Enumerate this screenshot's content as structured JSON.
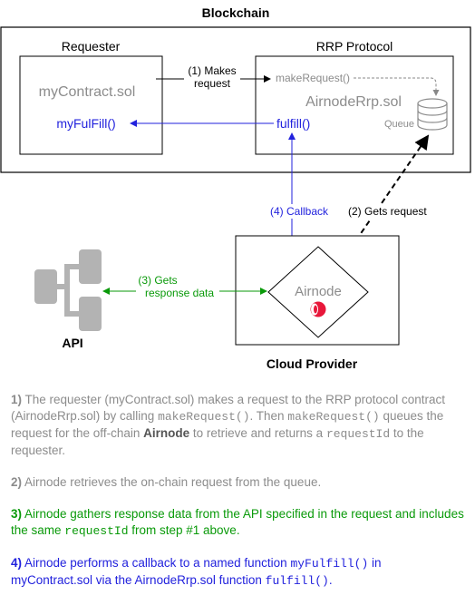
{
  "diagram": {
    "blockchain_title": "Blockchain",
    "requester_title": "Requester",
    "rrp_title": "RRP Protocol",
    "mycontract_label": "myContract.sol",
    "myfulfill_label": "myFulFill()",
    "makerequest_label": "makeRequest()",
    "airnoderrp_label": "AirnodeRrp.sol",
    "fulfill_label": "fulfill()",
    "queue_label": "Queue",
    "makes_request_line1": "(1) Makes",
    "makes_request_line2": "request",
    "callback_label": "(4) Callback",
    "gets_request_label": "(2) Gets request",
    "gets_response_line1": "(3) Gets",
    "gets_response_line2": "response data",
    "airnode_label": "Airnode",
    "api_label": "API",
    "cloud_provider_label": "Cloud Provider"
  },
  "steps": {
    "s1_num": "1)",
    "s1_a": " The requester (myContract.sol) makes a request to the RRP protocol contract (AirnodeRrp.sol) by calling ",
    "s1_code1": "makeRequest()",
    "s1_b": ". Then ",
    "s1_code2": "makeRequest()",
    "s1_c": " queues the request for the off-chain ",
    "s1_bold": "Airnode",
    "s1_d": " to retrieve and returns a ",
    "s1_code3": "requestId",
    "s1_e": " to the requester.",
    "s2_num": "2)",
    "s2_text": " Airnode retrieves the on-chain request from the queue.",
    "s3_num": "3)",
    "s3_a": " Airnode gathers response data from the API specified in the request and includes the same ",
    "s3_code": "requestId",
    "s3_b": " from step #1 above.",
    "s4_num": "4)",
    "s4_a": " Airnode performs a callback to a named function ",
    "s4_code1": "myFulfill()",
    "s4_b": " in myContract.sol via the AirnodeRrp.sol function ",
    "s4_code2": "fulfill()",
    "s4_c": "."
  },
  "colors": {
    "blue": "#2222dd",
    "green": "#0a9a0a",
    "gray": "#8c8c8c",
    "airnode_logo_red": "#e8173a"
  }
}
